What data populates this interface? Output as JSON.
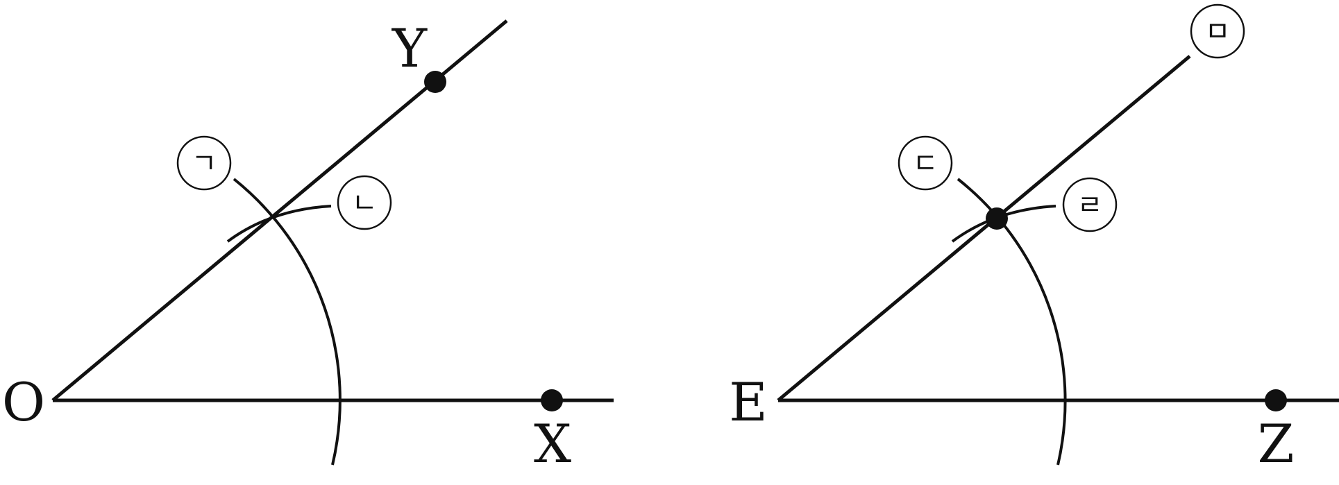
{
  "diagram": {
    "left_figure": {
      "vertex_label": "O",
      "point_on_ray_1": "X",
      "point_on_ray_2": "Y",
      "step_markers": [
        "ㄱ",
        "ㄴ"
      ]
    },
    "right_figure": {
      "vertex_label": "E",
      "point_on_ray": "Z",
      "step_markers": [
        "ㄷ",
        "ㄹ",
        "ㅁ"
      ]
    },
    "colors": {
      "ink": "#111111",
      "background": "#ffffff"
    }
  }
}
